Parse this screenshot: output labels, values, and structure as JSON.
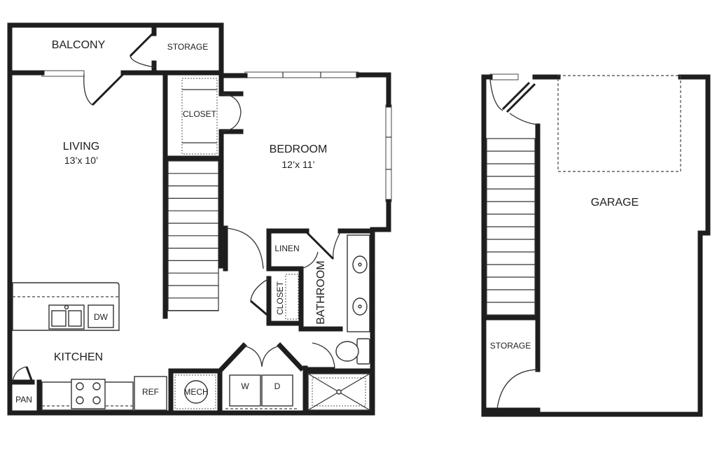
{
  "rooms": {
    "balcony": "BALCONY",
    "storage_top": "STORAGE",
    "closet_upper": "CLOSET",
    "living": "LIVING",
    "living_size": "13’x 10’",
    "bedroom": "BEDROOM",
    "bedroom_size": "12’x 11’",
    "linen": "LINEN",
    "closet_lower": "CLOSET",
    "bathroom": "BATHROOM",
    "kitchen": "KITCHEN",
    "pantry": "PAN",
    "garage": "GARAGE",
    "storage_garage": "STORAGE"
  },
  "fixtures": {
    "dishwasher": "DW",
    "refrigerator": "REF",
    "mechanical": "MECH",
    "washer": "W",
    "dryer": "D"
  }
}
